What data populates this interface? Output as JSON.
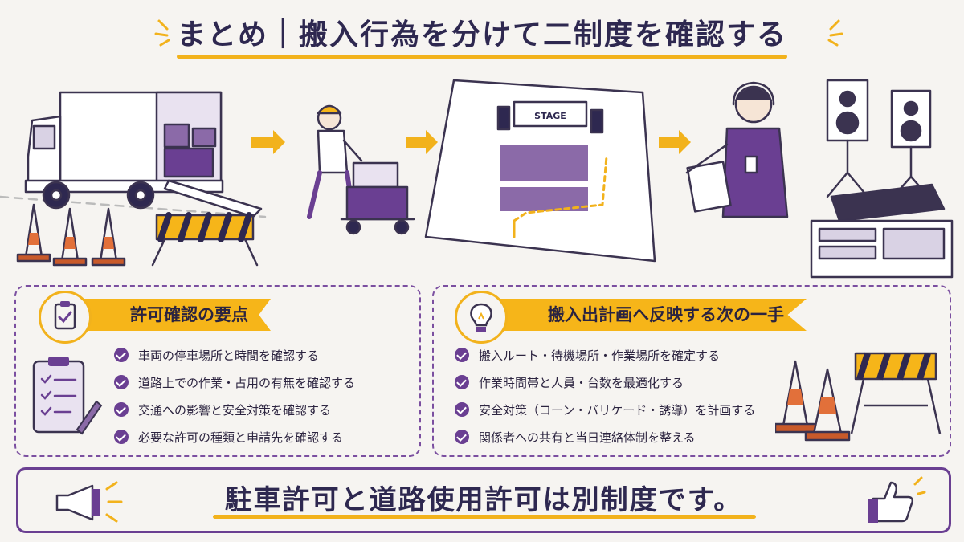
{
  "title": "まとめ｜搬入行為を分けて二制度を確認する",
  "illustration": {
    "stage_label": "STAGE"
  },
  "left_panel": {
    "heading": "許可確認の要点",
    "icon": "clipboard-check-icon",
    "items": [
      "車両の停車場所と時間を確認する",
      "道路上での作業・占用の有無を確認する",
      "交通への影響と安全対策を確認する",
      "必要な許可の種類と申請先を確認する"
    ]
  },
  "right_panel": {
    "heading": "搬入出計画へ反映する次の一手",
    "icon": "lightbulb-icon",
    "items": [
      "搬入ルート・待機場所・作業場所を確定する",
      "作業時間帯と人員・台数を最適化する",
      "安全対策（コーン・バリケード・誘導）を計画する",
      "関係者への共有と当日連絡体制を整える"
    ]
  },
  "bottom_message": "駐車許可と道路使用許可は別制度です。",
  "colors": {
    "accent_yellow": "#f2b21c",
    "accent_purple": "#6a3f92",
    "text_dark": "#2e2850",
    "background": "#f6f4f1"
  }
}
